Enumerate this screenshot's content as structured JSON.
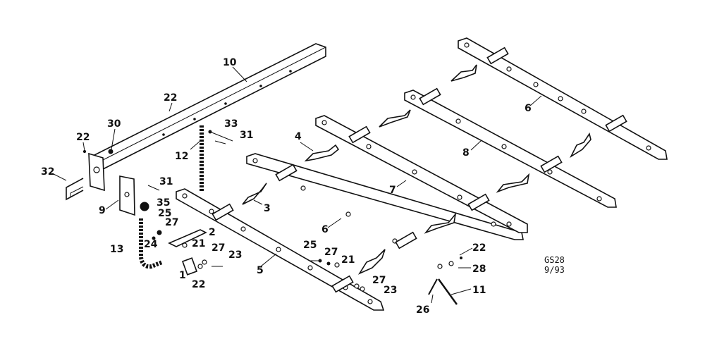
{
  "callouts": {
    "c10": "10",
    "c22a": "22",
    "c30": "30",
    "c22b": "22",
    "c32": "32",
    "c33": "33",
    "c31a": "31",
    "c12": "12",
    "c31b": "31",
    "c9": "9",
    "c35": "35",
    "c25a": "25",
    "c27a": "27",
    "c2": "2",
    "c13": "13",
    "c24": "24",
    "c21a": "21",
    "c27b": "27",
    "c23a": "23",
    "c1": "1",
    "c22c": "22",
    "c5": "5",
    "c3": "3",
    "c4": "4",
    "c6a": "6",
    "c25b": "25",
    "c27c": "27",
    "c21b": "21",
    "c27d": "27",
    "c23b": "23",
    "c7": "7",
    "c8": "8",
    "c6b": "6",
    "c22d": "22",
    "c28": "28",
    "c11": "11",
    "c26": "26"
  },
  "drawing_code": {
    "line1": "GS28",
    "line2": "9/93"
  }
}
